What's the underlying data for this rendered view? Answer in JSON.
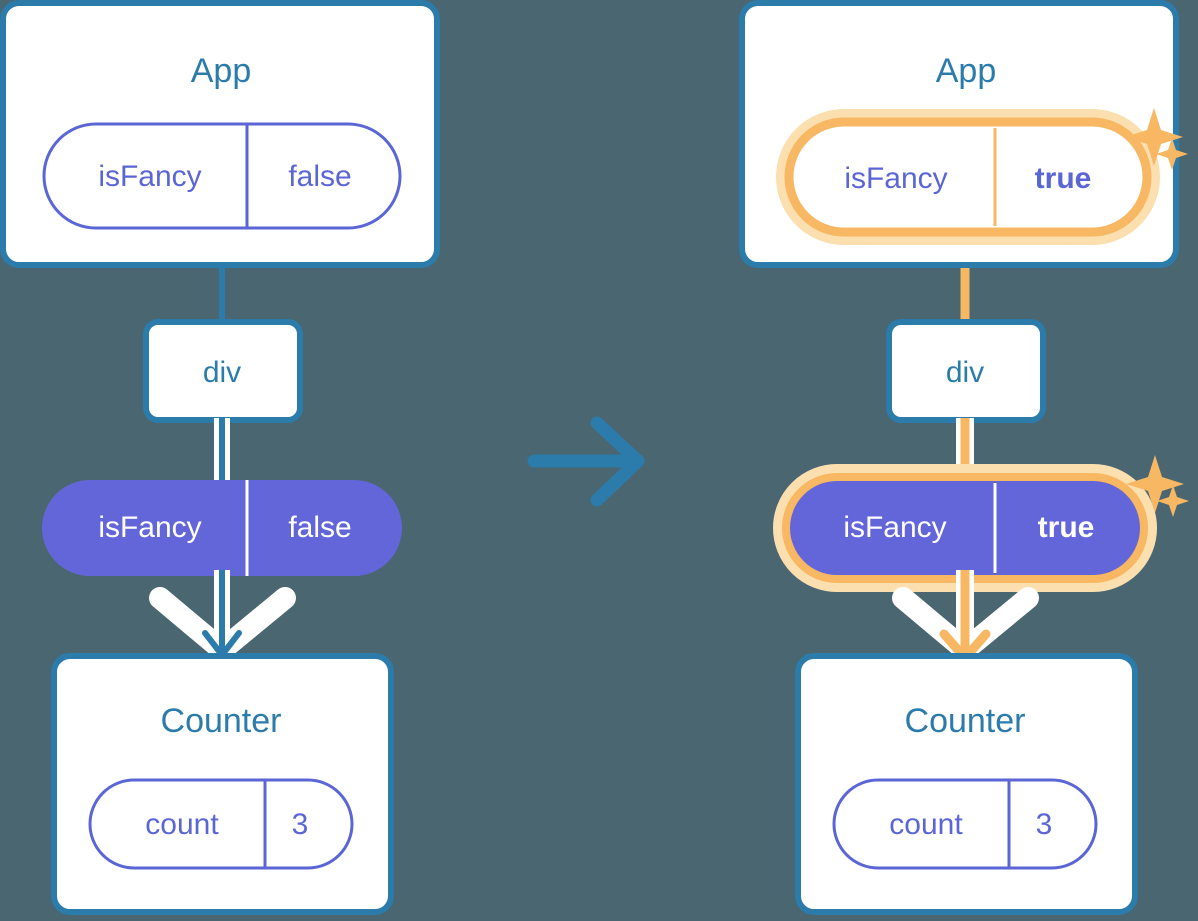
{
  "diagram": {
    "type": "react-state-propagation-diagram",
    "background_color": "#4a6670",
    "transition_arrow": {
      "icon": "right-arrow-icon",
      "color": "#2b7bab"
    },
    "colors": {
      "card_border": "#2b7bab",
      "card_fill": "#ffffff",
      "title_text": "#2b7bab",
      "pill_outline_stroke": "#5b66d6",
      "pill_outline_text": "#5b66d6",
      "pill_solid_fill": "#6366d9",
      "pill_solid_text": "#ffffff",
      "highlight": "#f7b763",
      "highlight_soft": "#fbdfae",
      "edge_blue": "#2b7bab",
      "edge_white": "#ffffff",
      "edge_orange": "#f7b763"
    },
    "panels": [
      {
        "id": "before",
        "app": {
          "title": "App",
          "state_pill": {
            "name": "isFancy",
            "value": "false",
            "style": "outline",
            "highlighted": false,
            "value_bold": false
          }
        },
        "dom_node": {
          "label": "div"
        },
        "prop_pill": {
          "name": "isFancy",
          "value": "false",
          "style": "solid",
          "highlighted": false,
          "value_bold": false
        },
        "counter": {
          "title": "Counter",
          "state_pill": {
            "name": "count",
            "value": "3",
            "style": "outline",
            "highlighted": false,
            "value_bold": false
          }
        },
        "edge_color": "#2b7bab",
        "sparkles": false
      },
      {
        "id": "after",
        "app": {
          "title": "App",
          "state_pill": {
            "name": "isFancy",
            "value": "true",
            "style": "outline",
            "highlighted": true,
            "value_bold": true
          }
        },
        "dom_node": {
          "label": "div"
        },
        "prop_pill": {
          "name": "isFancy",
          "value": "true",
          "style": "solid",
          "highlighted": true,
          "value_bold": true
        },
        "counter": {
          "title": "Counter",
          "state_pill": {
            "name": "count",
            "value": "3",
            "style": "outline",
            "highlighted": false,
            "value_bold": false
          }
        },
        "edge_color": "#f7b763",
        "sparkles": true
      }
    ]
  }
}
